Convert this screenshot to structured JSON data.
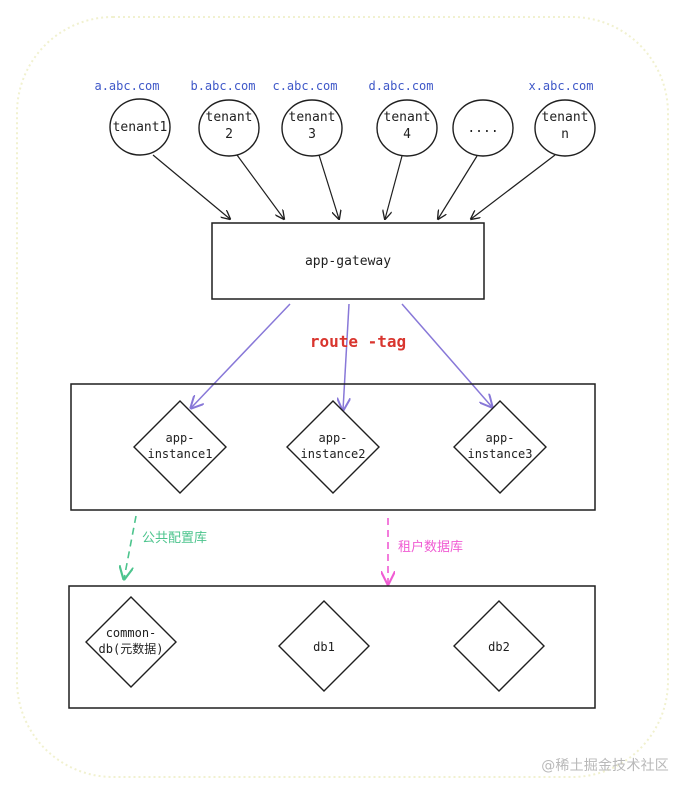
{
  "domains": [
    "a.abc.com",
    "b.abc.com",
    "c.abc.com",
    "d.abc.com",
    "x.abc.com"
  ],
  "tenants": [
    {
      "line1": "tenant1",
      "line2": ""
    },
    {
      "line1": "tenant",
      "line2": "2"
    },
    {
      "line1": "tenant",
      "line2": "3"
    },
    {
      "line1": "tenant",
      "line2": "4"
    },
    {
      "line1": "....",
      "line2": ""
    },
    {
      "line1": "tenant",
      "line2": "n"
    }
  ],
  "gateway": {
    "label": "app-gateway"
  },
  "route_tag": "route -tag",
  "instances": [
    {
      "line1": "app-",
      "line2": "instance1"
    },
    {
      "line1": "app-",
      "line2": "instance2"
    },
    {
      "line1": "app-",
      "line2": "instance3"
    }
  ],
  "links": {
    "common_config": "公共配置库",
    "tenant_data": "租户数据库"
  },
  "databases": [
    {
      "line1": "common-",
      "line2": "db(元数据)"
    },
    {
      "line1": "db1",
      "line2": ""
    },
    {
      "line1": "db2",
      "line2": ""
    }
  ],
  "watermark": "@稀土掘金技术社区",
  "colors": {
    "domain": "#3f58c8",
    "ink": "#1f1f1f",
    "purple": "#8878d8",
    "route_red": "#d9362f",
    "green": "#4cc48d",
    "pink": "#f05cd3",
    "frame": "#f1f1cf"
  }
}
